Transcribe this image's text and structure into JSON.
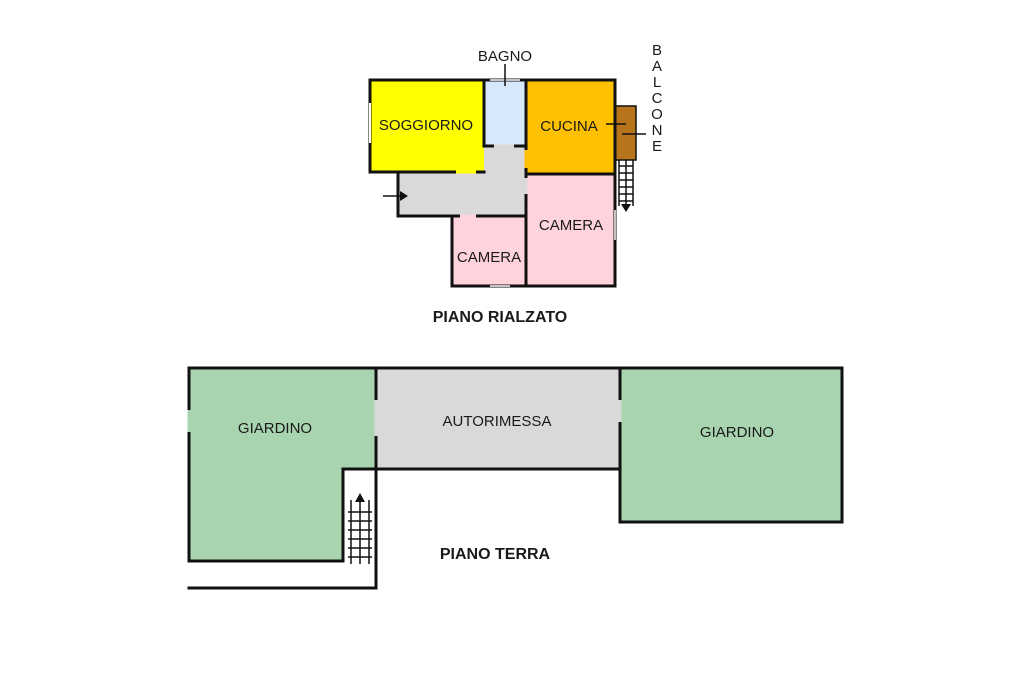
{
  "upper_floor": {
    "title": "PIANO RIALZATO",
    "rooms": {
      "soggiorno": "SOGGIORNO",
      "bagno": "BAGNO",
      "cucina": "CUCINA",
      "balcone": "BALCONE",
      "camera_1": "CAMERA",
      "camera_2": "CAMERA"
    }
  },
  "ground_floor": {
    "title": "PIANO TERRA",
    "rooms": {
      "giardino_left": "GIARDINO",
      "autorimessa": "AUTORIMESSA",
      "giardino_right": "GIARDINO"
    }
  },
  "colors": {
    "soggiorno": "#ffff00",
    "bagno": "#d6e8fa",
    "cucina": "#ffc000",
    "balcone": "#b8741a",
    "camera": "#ffd3dc",
    "corridoio": "#d9d9d9",
    "autorimessa": "#d9d9d9",
    "giardino": "#a8d5b0"
  }
}
